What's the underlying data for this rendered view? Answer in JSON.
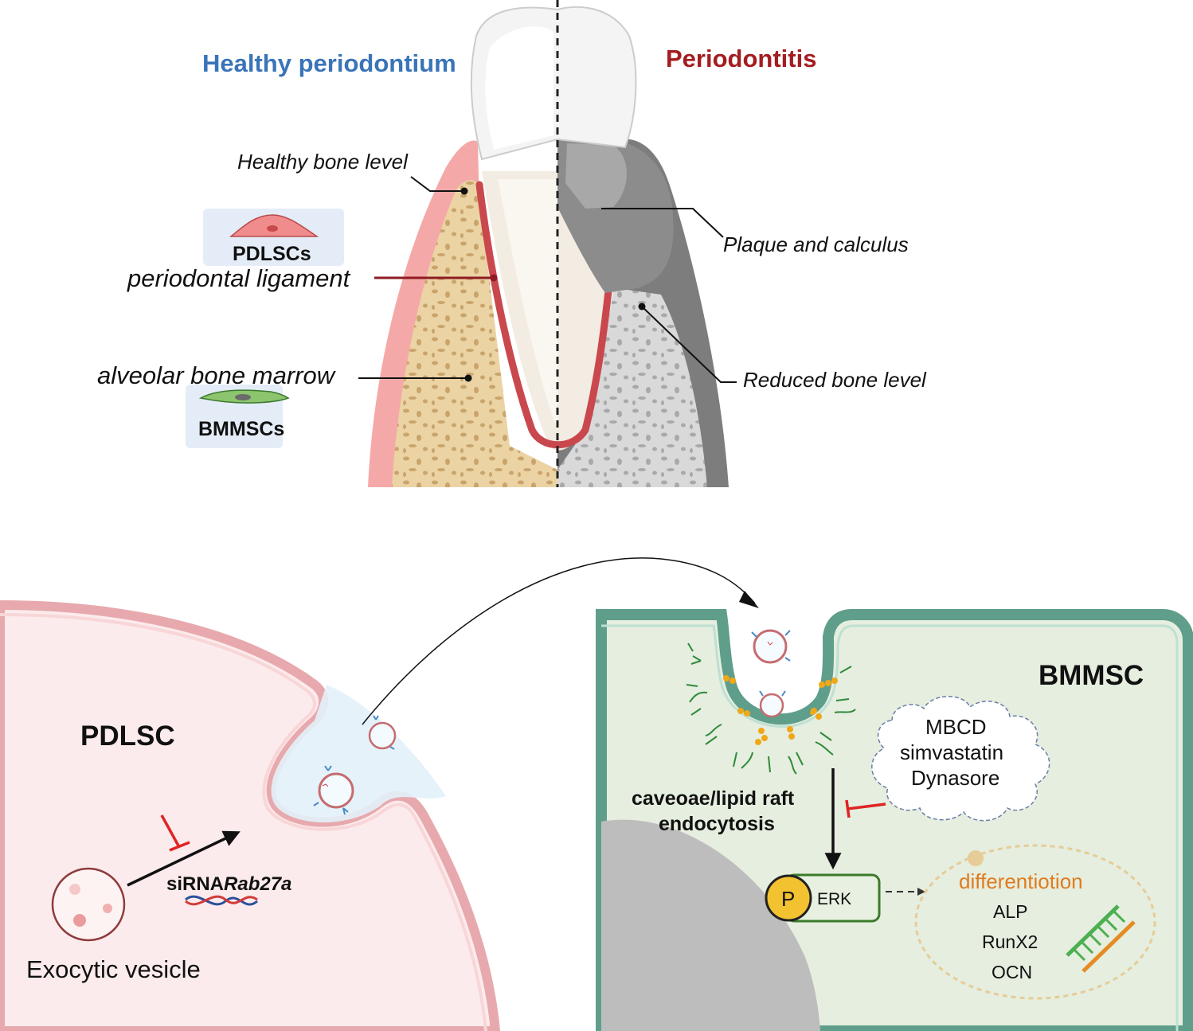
{
  "top_panel": {
    "left_title": "Healthy periodontium",
    "right_title": "Periodontitis",
    "label_healthy_bone": "Healthy bone level",
    "label_pdl": "periodontal ligament",
    "label_marrow": "alveolar bone marrow",
    "label_plaque": "Plaque and calculus",
    "label_reduced_bone": "Reduced bone level",
    "cell_pdlscs": "PDLSCs",
    "cell_bmmscs": "BMMSCs"
  },
  "bottom_panel": {
    "pdlsc_title": "PDLSC",
    "bmmsc_title": "BMMSC",
    "exocytic_label": "Exocytic vesicle",
    "sirna_prefix": "siRNA",
    "sirna_gene": "Rab27a",
    "endocytosis_line1": "caveoae/lipid raft",
    "endocytosis_line2": "endocytosis",
    "inhibitors": [
      "MBCD",
      "simvastatin",
      "Dynasore"
    ],
    "p_label": "P",
    "erk_label": "ERK",
    "differentiation_title": "differentiotion",
    "markers": [
      "ALP",
      "RunX2",
      "OCN"
    ]
  },
  "colors": {
    "healthy_blue": "#3a74b8",
    "periodontitis_red": "#a31d21",
    "gum_pink": "#f4a9a8",
    "bone_tan": "#ead2a3",
    "ligament_red": "#c9484e",
    "bmmsc_membrane": "#5f9e8a",
    "pdlsc_membrane": "#e7a9ad",
    "differentiation_orange": "#e07b1f",
    "inhibit_red": "#e02424"
  }
}
